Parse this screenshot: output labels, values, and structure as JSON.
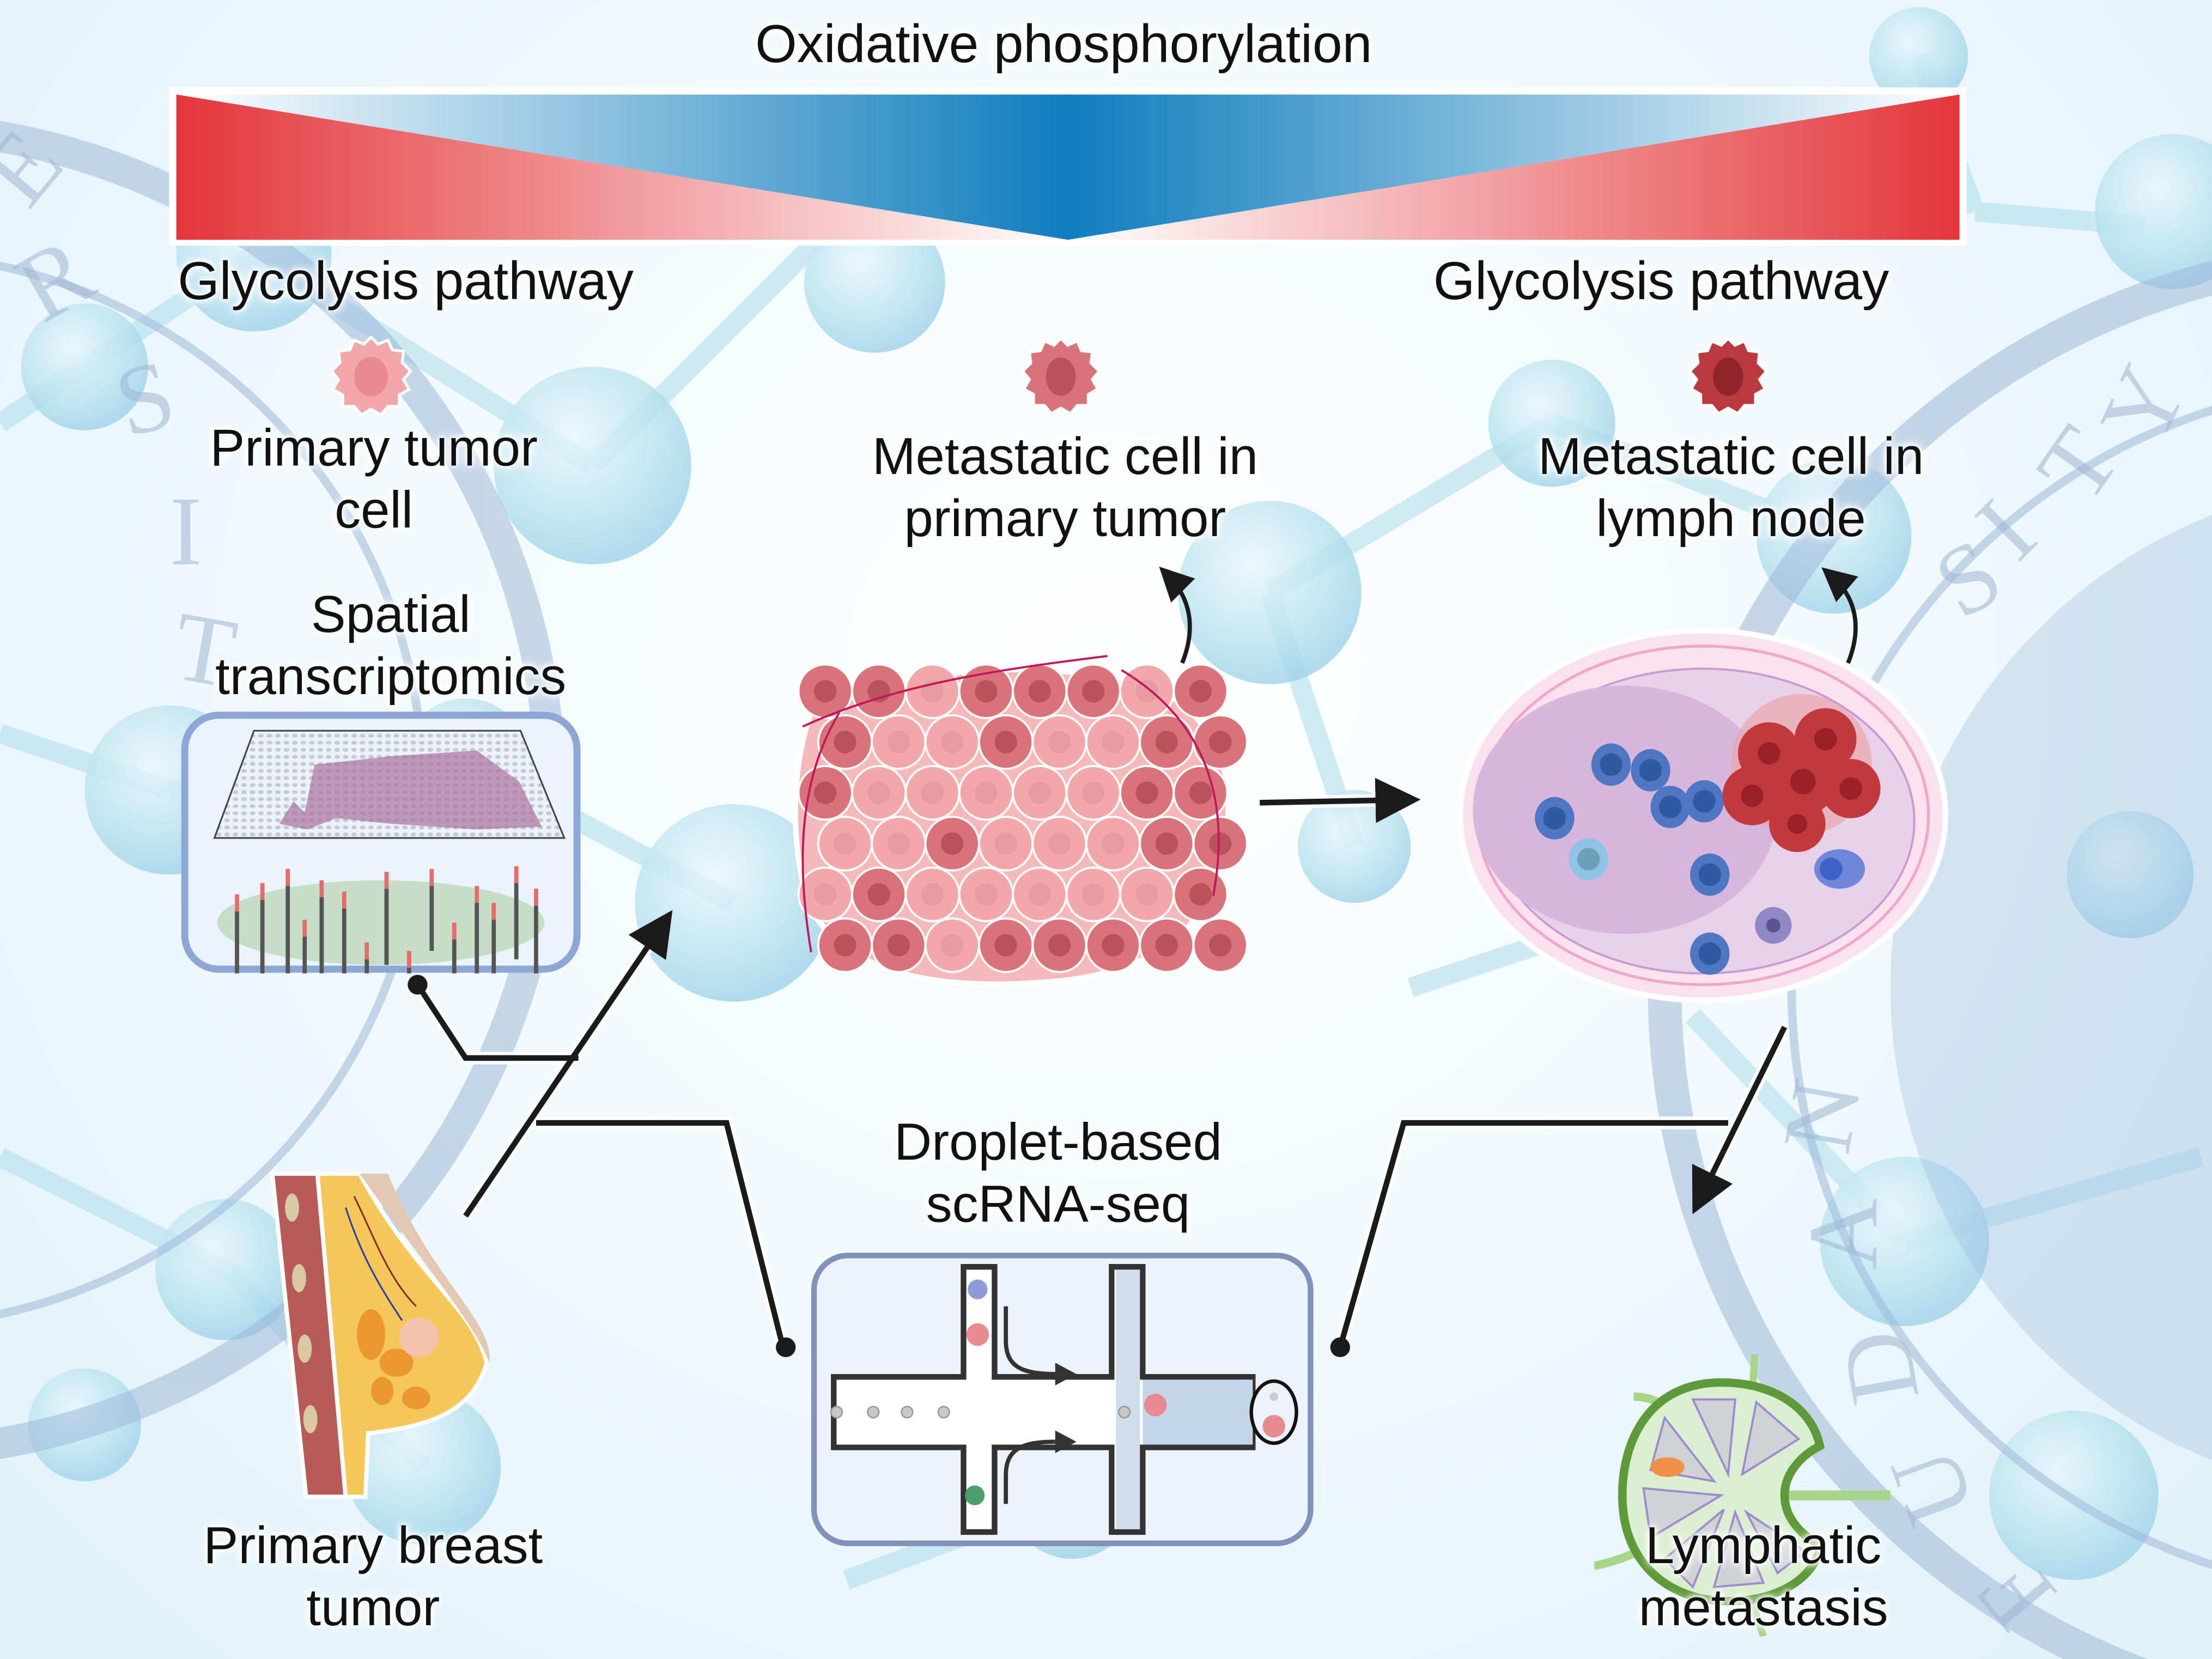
{
  "title": "Oxidative phosphorylation",
  "gradient_bar": {
    "colors": {
      "glycolysis_red": "#e3363a",
      "oxphos_blue": "#0f7dbd",
      "fade": "#ffffff"
    }
  },
  "top_labels": {
    "left": "Glycolysis pathway",
    "right": "Glycolysis pathway"
  },
  "cells": [
    {
      "id": "primary",
      "label_lines": [
        "Primary tumor",
        "cell"
      ],
      "color": "#f4a7a9",
      "nucleus": "#e98a8f"
    },
    {
      "id": "metastatic_primary",
      "label_lines": [
        "Metastatic cell in",
        "primary tumor"
      ],
      "color": "#d87479",
      "nucleus": "#b9525a"
    },
    {
      "id": "metastatic_lymph",
      "label_lines": [
        "Metastatic cell in",
        "lymph node"
      ],
      "color": "#b8393f",
      "nucleus": "#8f252b"
    }
  ],
  "methods": {
    "spatial": {
      "label_lines": [
        "Spatial",
        "transcriptomics"
      ]
    },
    "droplet": {
      "label_lines": [
        "Droplet-based",
        "scRNA-seq"
      ]
    }
  },
  "sources": {
    "breast": {
      "label_lines": [
        "Primary breast",
        "tumor"
      ]
    },
    "lymphatic": {
      "label_lines": [
        "Lymphatic",
        "metastasis"
      ]
    }
  },
  "watermark_letters": [
    "E",
    "R",
    "S",
    "I",
    "T",
    "Y",
    "S",
    "I",
    "T",
    "Y",
    "F",
    "U",
    "D",
    "A",
    "N"
  ]
}
